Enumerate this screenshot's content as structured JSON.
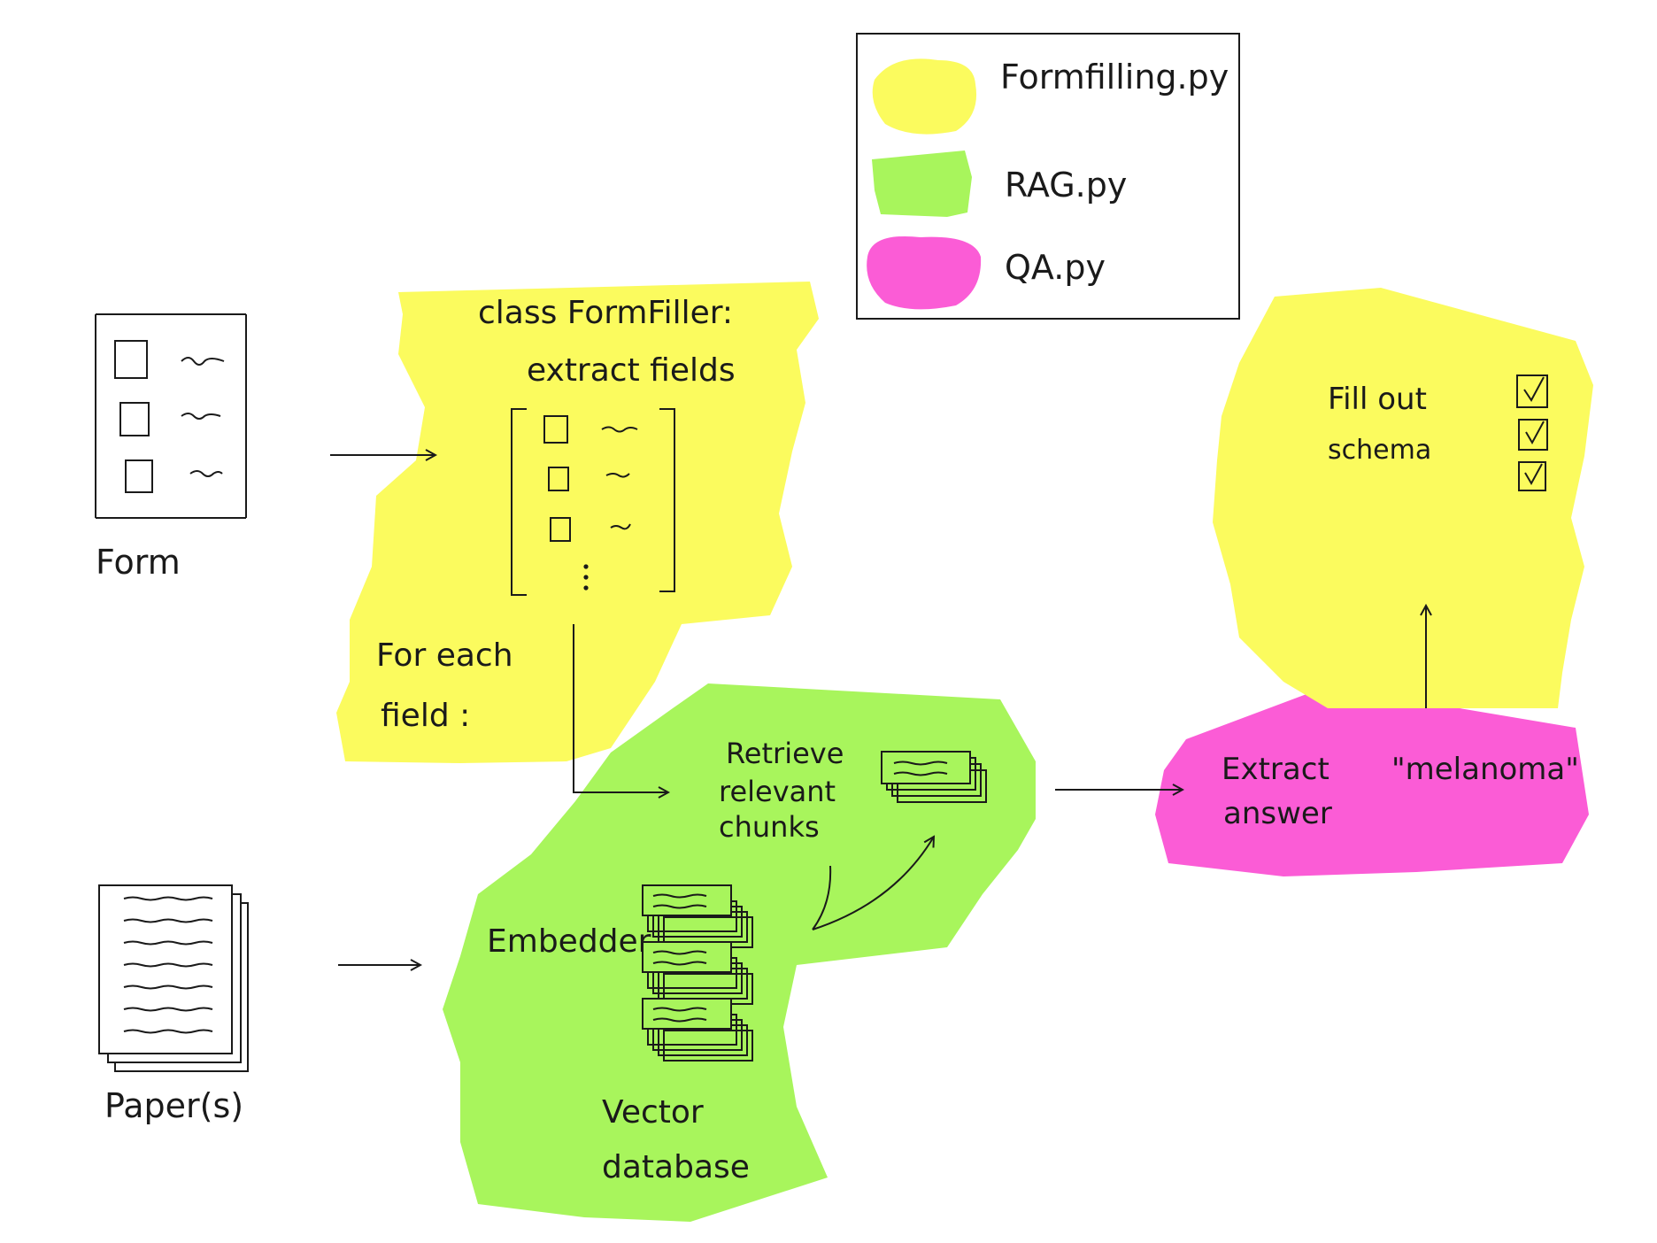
{
  "colors": {
    "formfilling": "#fbfb5e",
    "rag": "#a8f55c",
    "qa": "#fb5cd6",
    "ink": "#1a1a1a"
  },
  "legend": {
    "items": [
      {
        "label": "Formfilling.py",
        "color": "#fbfb5e"
      },
      {
        "label": "RAG.py",
        "color": "#a8f55c"
      },
      {
        "label": "QA.py",
        "color": "#fb5cd6"
      }
    ]
  },
  "inputs": {
    "form_label": "Form",
    "paper_label": "Paper(s)"
  },
  "formfiller": {
    "class_line": "class FormFiller:",
    "extract_line": "extract fields",
    "loop_line1": "For each",
    "loop_line2": "field :"
  },
  "rag": {
    "retrieve_line1": "Retrieve",
    "retrieve_line2": "relevant",
    "retrieve_line3": "chunks",
    "embedder_label": "Embedder",
    "db_line1": "Vector",
    "db_line2": "database"
  },
  "qa": {
    "extract_line1": "Extract",
    "extract_line2": "answer",
    "answer_value": "\"melanoma\""
  },
  "output": {
    "line1": "Fill  out",
    "line2": "schema"
  }
}
